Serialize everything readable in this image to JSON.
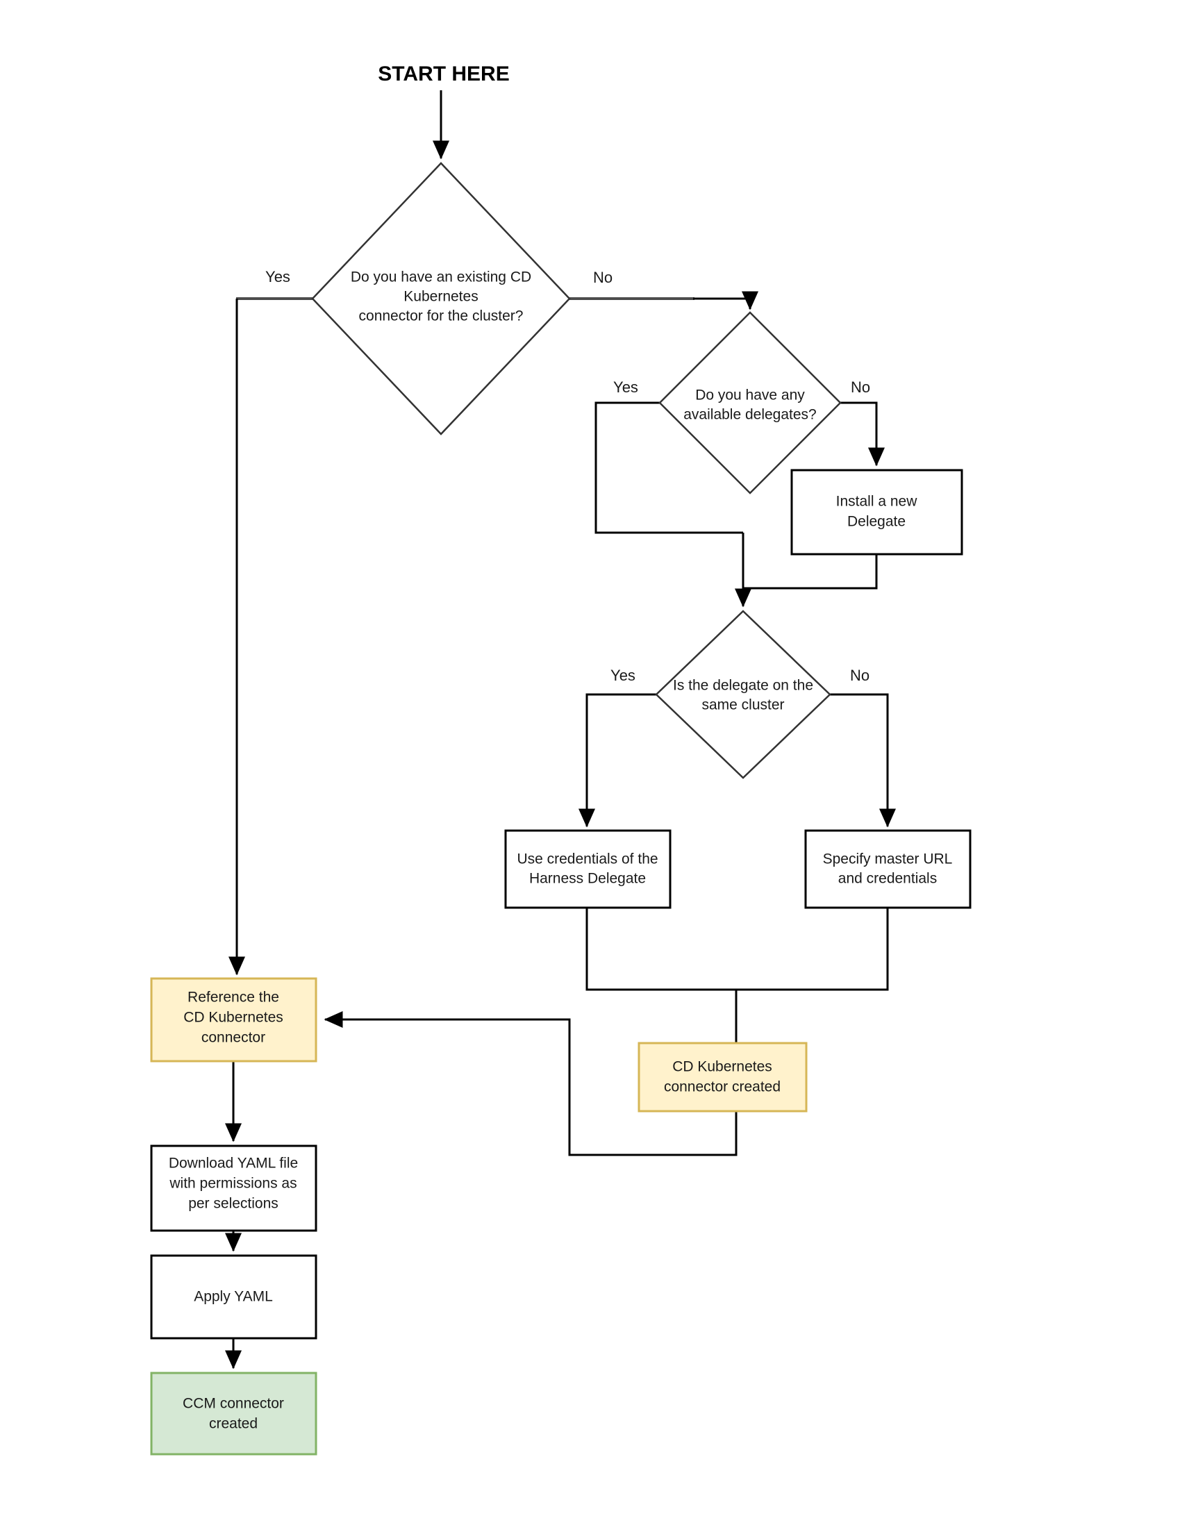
{
  "diagram": {
    "type": "flowchart",
    "title_label": "START HERE",
    "colors": {
      "accent_fill": "#fff2cc",
      "accent_stroke": "#d6b656",
      "success_fill": "#d5e8d4",
      "success_stroke": "#82b366",
      "default_fill": "#ffffff",
      "default_stroke": "#000000",
      "edge": "#000000",
      "edge_highlight": "#4d4d4d"
    },
    "nodes": {
      "decision_existing_connector": {
        "shape": "diamond",
        "line1": "Do you have an existing CD",
        "line2": "Kubernetes",
        "line3": "connector for the cluster?"
      },
      "decision_available_delegates": {
        "shape": "diamond",
        "line1": "Do you have any",
        "line2": "available delegates?"
      },
      "install_delegate": {
        "shape": "rectangle",
        "line1": "Install a new",
        "line2": "Delegate"
      },
      "decision_same_cluster": {
        "shape": "diamond",
        "line1": "Is the delegate on the",
        "line2": "same cluster"
      },
      "use_harness_credentials": {
        "shape": "rectangle",
        "line1": "Use credentials of the",
        "line2": "Harness Delegate"
      },
      "specify_master_url": {
        "shape": "rectangle",
        "line1": "Specify master URL",
        "line2": "and credentials"
      },
      "reference_cd_connector": {
        "shape": "rectangle",
        "line1": "Reference the",
        "line2": "CD Kubernetes",
        "line3": "connector"
      },
      "cd_connector_created": {
        "shape": "rectangle",
        "line1": "CD Kubernetes",
        "line2": "connector created"
      },
      "download_yaml": {
        "shape": "rectangle",
        "line1": "Download YAML file",
        "line2": "with permissions as",
        "line3": "per selections"
      },
      "apply_yaml": {
        "shape": "rectangle",
        "line1": "Apply YAML"
      },
      "ccm_connector_created": {
        "shape": "rectangle",
        "line1": "CCM connector",
        "line2": "created"
      }
    },
    "edge_labels": {
      "existing_connector_yes": "Yes",
      "existing_connector_no": "No",
      "delegates_yes": "Yes",
      "delegates_no": "No",
      "same_cluster_yes": "Yes",
      "same_cluster_no": "No"
    }
  }
}
